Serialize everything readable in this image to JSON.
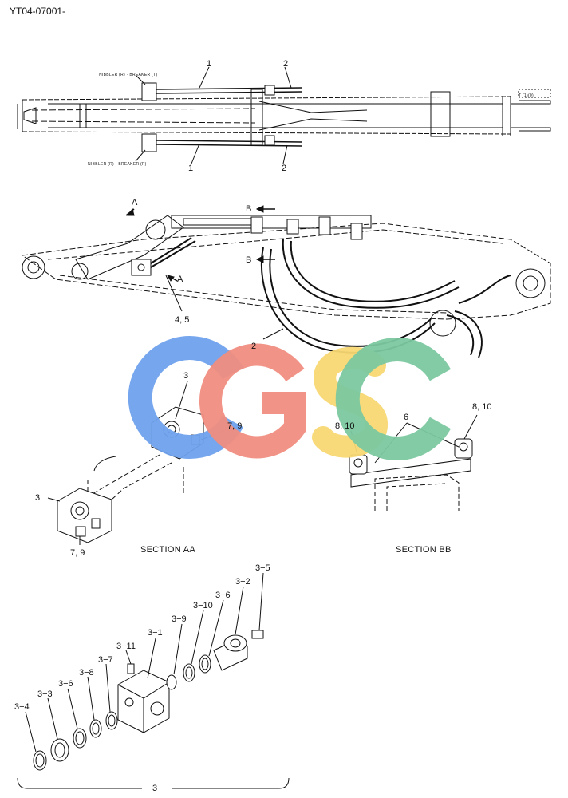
{
  "header": {
    "doc_id": "YT04-07001-"
  },
  "top_view": {
    "annotation_upper": "NIBBLER (R) · BREAKER (T)",
    "annotation_lower": "NIBBLER (R) · BREAKER (P)",
    "end_tag": "T (1)(0)",
    "callouts": {
      "p1_top": "1",
      "p2_top": "2",
      "p1_bottom": "1",
      "p2_bottom": "2"
    }
  },
  "side_view": {
    "section_a_top": "A",
    "section_a_bottom": "A",
    "section_b_top": "B",
    "section_b_bottom": "B",
    "callout_4_5": "4, 5",
    "callout_2": "2"
  },
  "section_aa": {
    "title": "SECTION AA",
    "callout_3_upper": "3",
    "callout_7_9_upper": "7, 9",
    "callout_3_lower": "3",
    "callout_7_9_lower": "7, 9"
  },
  "section_bb": {
    "title": "SECTION BB",
    "callout_6": "6",
    "callout_8_10_left": "8, 10",
    "callout_8_10_right": "8, 10"
  },
  "exploded": {
    "labels": {
      "p3_5": "3−5",
      "p3_2": "3−2",
      "p3_6_upper": "3−6",
      "p3_10": "3−10",
      "p3_9": "3−9",
      "p3_1": "3−1",
      "p3_11": "3−11",
      "p3_7": "3−7",
      "p3_8": "3−8",
      "p3_6_lower": "3−6",
      "p3_3": "3−3",
      "p3_4": "3−4"
    },
    "assembly_label": "3"
  },
  "watermark": {
    "letters": [
      "C",
      "G",
      "S",
      "C"
    ],
    "colors": [
      "#6fa1ec",
      "#f08d80",
      "#f8d874",
      "#7bc8a0"
    ]
  }
}
